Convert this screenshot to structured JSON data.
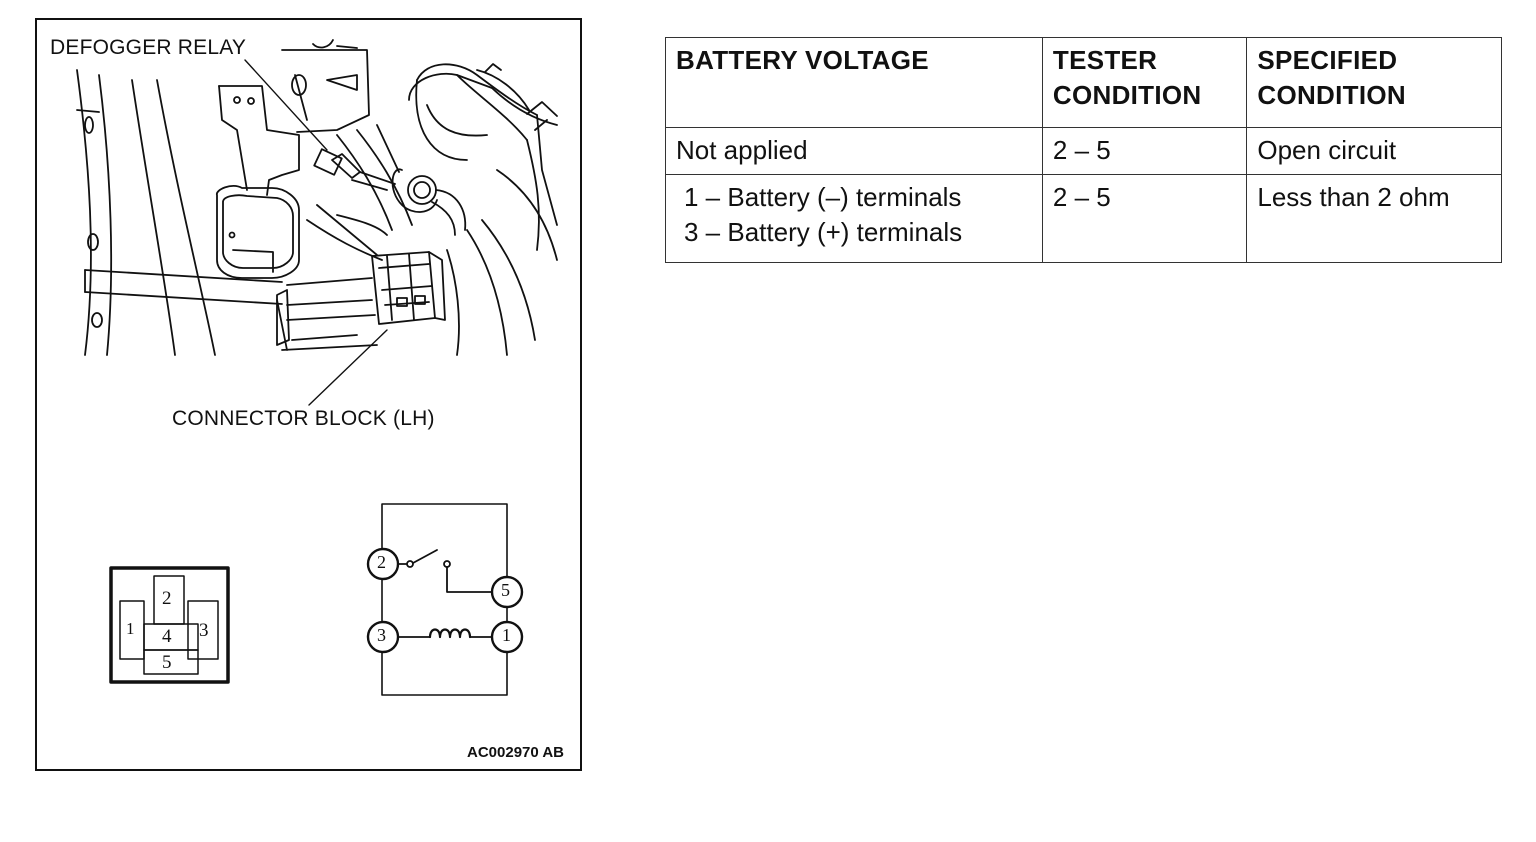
{
  "figure": {
    "label_relay": "DEFOGGER RELAY",
    "label_connector": "CONNECTOR BLOCK (LH)",
    "figure_code": "AC002970 AB",
    "connector_pins": {
      "pin1": "1",
      "pin2": "2",
      "pin3": "3",
      "pin4": "4",
      "pin5": "5"
    },
    "schematic_terminals": {
      "t2": "2",
      "t5": "5",
      "t3": "3",
      "t1": "1"
    }
  },
  "table": {
    "headers": {
      "battery_voltage": "BATTERY VOLTAGE",
      "tester_condition_l1": "TESTER",
      "tester_condition_l2": "CONDITION",
      "specified_condition_l1": "SPECIFIED",
      "specified_condition_l2": "CONDITION"
    },
    "rows": [
      {
        "battery_voltage": [
          "Not applied"
        ],
        "tester_condition": "2 – 5",
        "specified_condition": "Open circuit"
      },
      {
        "battery_voltage": [
          "1 – Battery (–) terminals",
          "3 – Battery (+) terminals"
        ],
        "tester_condition": "2 – 5",
        "specified_condition": "Less than 2 ohm"
      }
    ]
  }
}
